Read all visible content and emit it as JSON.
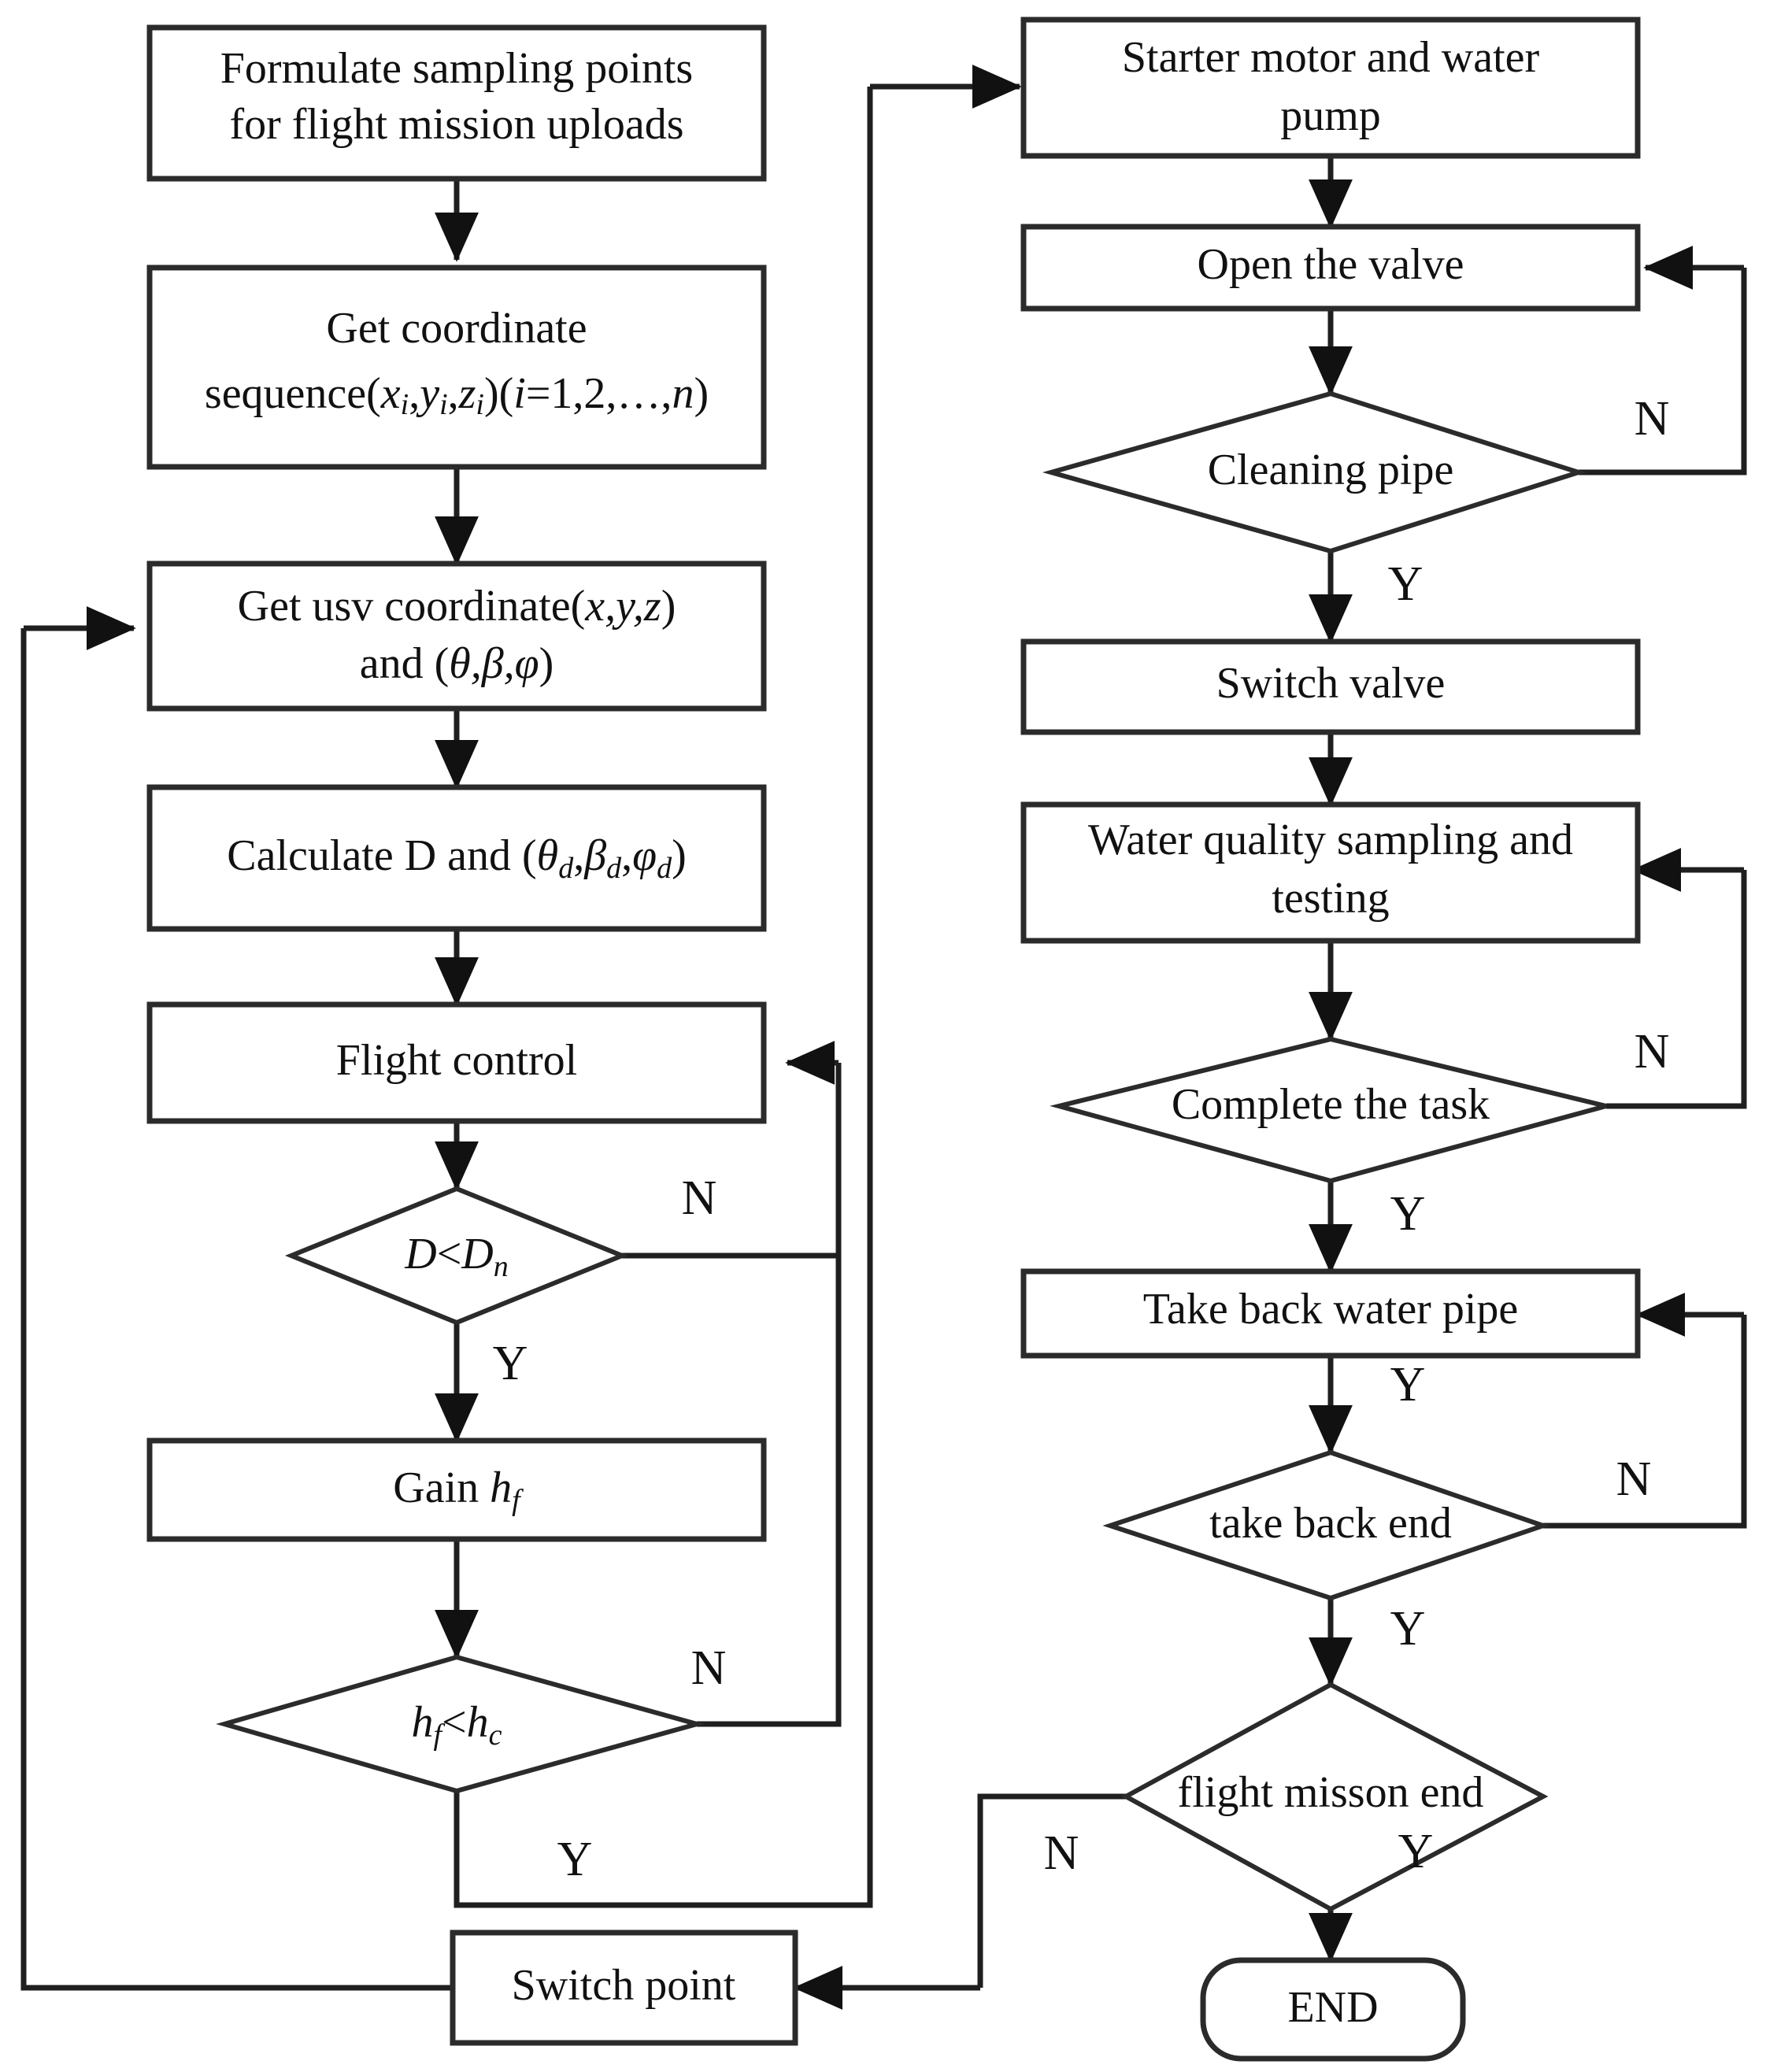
{
  "diagram": {
    "title": "UAV water sampling mission flowchart",
    "colors": {
      "stroke": "#2b2b2b",
      "line": "#1f1f1f",
      "fill": "#ffffff",
      "text": "#111111"
    },
    "branch_labels": {
      "yes": "Y",
      "no": "N"
    },
    "nodes": {
      "formulate_sampling": {
        "shape": "process",
        "line1": "Formulate sampling points",
        "line2": "for flight mission uploads"
      },
      "get_coordinate_sequence": {
        "shape": "process",
        "line1": "Get coordinate",
        "line2": "sequence(xi,yi,zi)(i=1,2,...,n)"
      },
      "get_usv_coordinate": {
        "shape": "process",
        "line1": "Get usv coordinate(x,y,z)",
        "line2": "and (θ,β,φ)"
      },
      "calculate_d": {
        "shape": "process",
        "line1": "Calculate D and (θd,βd,φd)"
      },
      "flight_control": {
        "shape": "process",
        "line1": "Flight control"
      },
      "decision_d_lt_dn": {
        "shape": "decision",
        "line1": "D<Dn",
        "yes": "Y",
        "no": "N"
      },
      "gain_hf": {
        "shape": "process",
        "line1": "Gain hf"
      },
      "decision_hf_lt_hc": {
        "shape": "decision",
        "line1": "hf<hc",
        "yes": "Y",
        "no": "N"
      },
      "switch_point": {
        "shape": "process",
        "line1": "Switch point"
      },
      "starter_motor": {
        "shape": "process",
        "line1": "Starter motor and water",
        "line2": "pump"
      },
      "open_valve": {
        "shape": "process",
        "line1": "Open the valve"
      },
      "decision_cleaning_pipe": {
        "shape": "decision",
        "line1": "Cleaning pipe",
        "yes": "Y",
        "no": "N"
      },
      "switch_valve": {
        "shape": "process",
        "line1": "Switch valve"
      },
      "water_quality": {
        "shape": "process",
        "line1": "Water quality sampling and",
        "line2": "testing"
      },
      "decision_complete_task": {
        "shape": "decision",
        "line1": "Complete the task",
        "yes": "Y",
        "no": "N"
      },
      "take_back_water_pipe": {
        "shape": "process",
        "line1": "Take back water pipe"
      },
      "decision_take_back_end": {
        "shape": "decision",
        "line1": "take back end",
        "yes": "Y",
        "no": "N"
      },
      "decision_flight_mission_end": {
        "shape": "decision",
        "line1": "flight misson end",
        "yes": "Y",
        "no": "N"
      },
      "end_terminal": {
        "shape": "terminal",
        "line1": "END"
      }
    },
    "edge_labels": {
      "d_lt_dn_no": "N",
      "d_lt_dn_yes": "Y",
      "hf_lt_hc_no": "N",
      "hf_lt_hc_yes": "Y",
      "cleaning_pipe_no": "N",
      "cleaning_pipe_yes": "Y",
      "complete_task_no": "N",
      "complete_task_yes": "Y",
      "take_back_pipe_yes": "Y",
      "take_back_end_no": "N",
      "take_back_end_yes": "Y",
      "flight_mission_end_no": "N",
      "flight_mission_end_yes": "Y"
    }
  }
}
